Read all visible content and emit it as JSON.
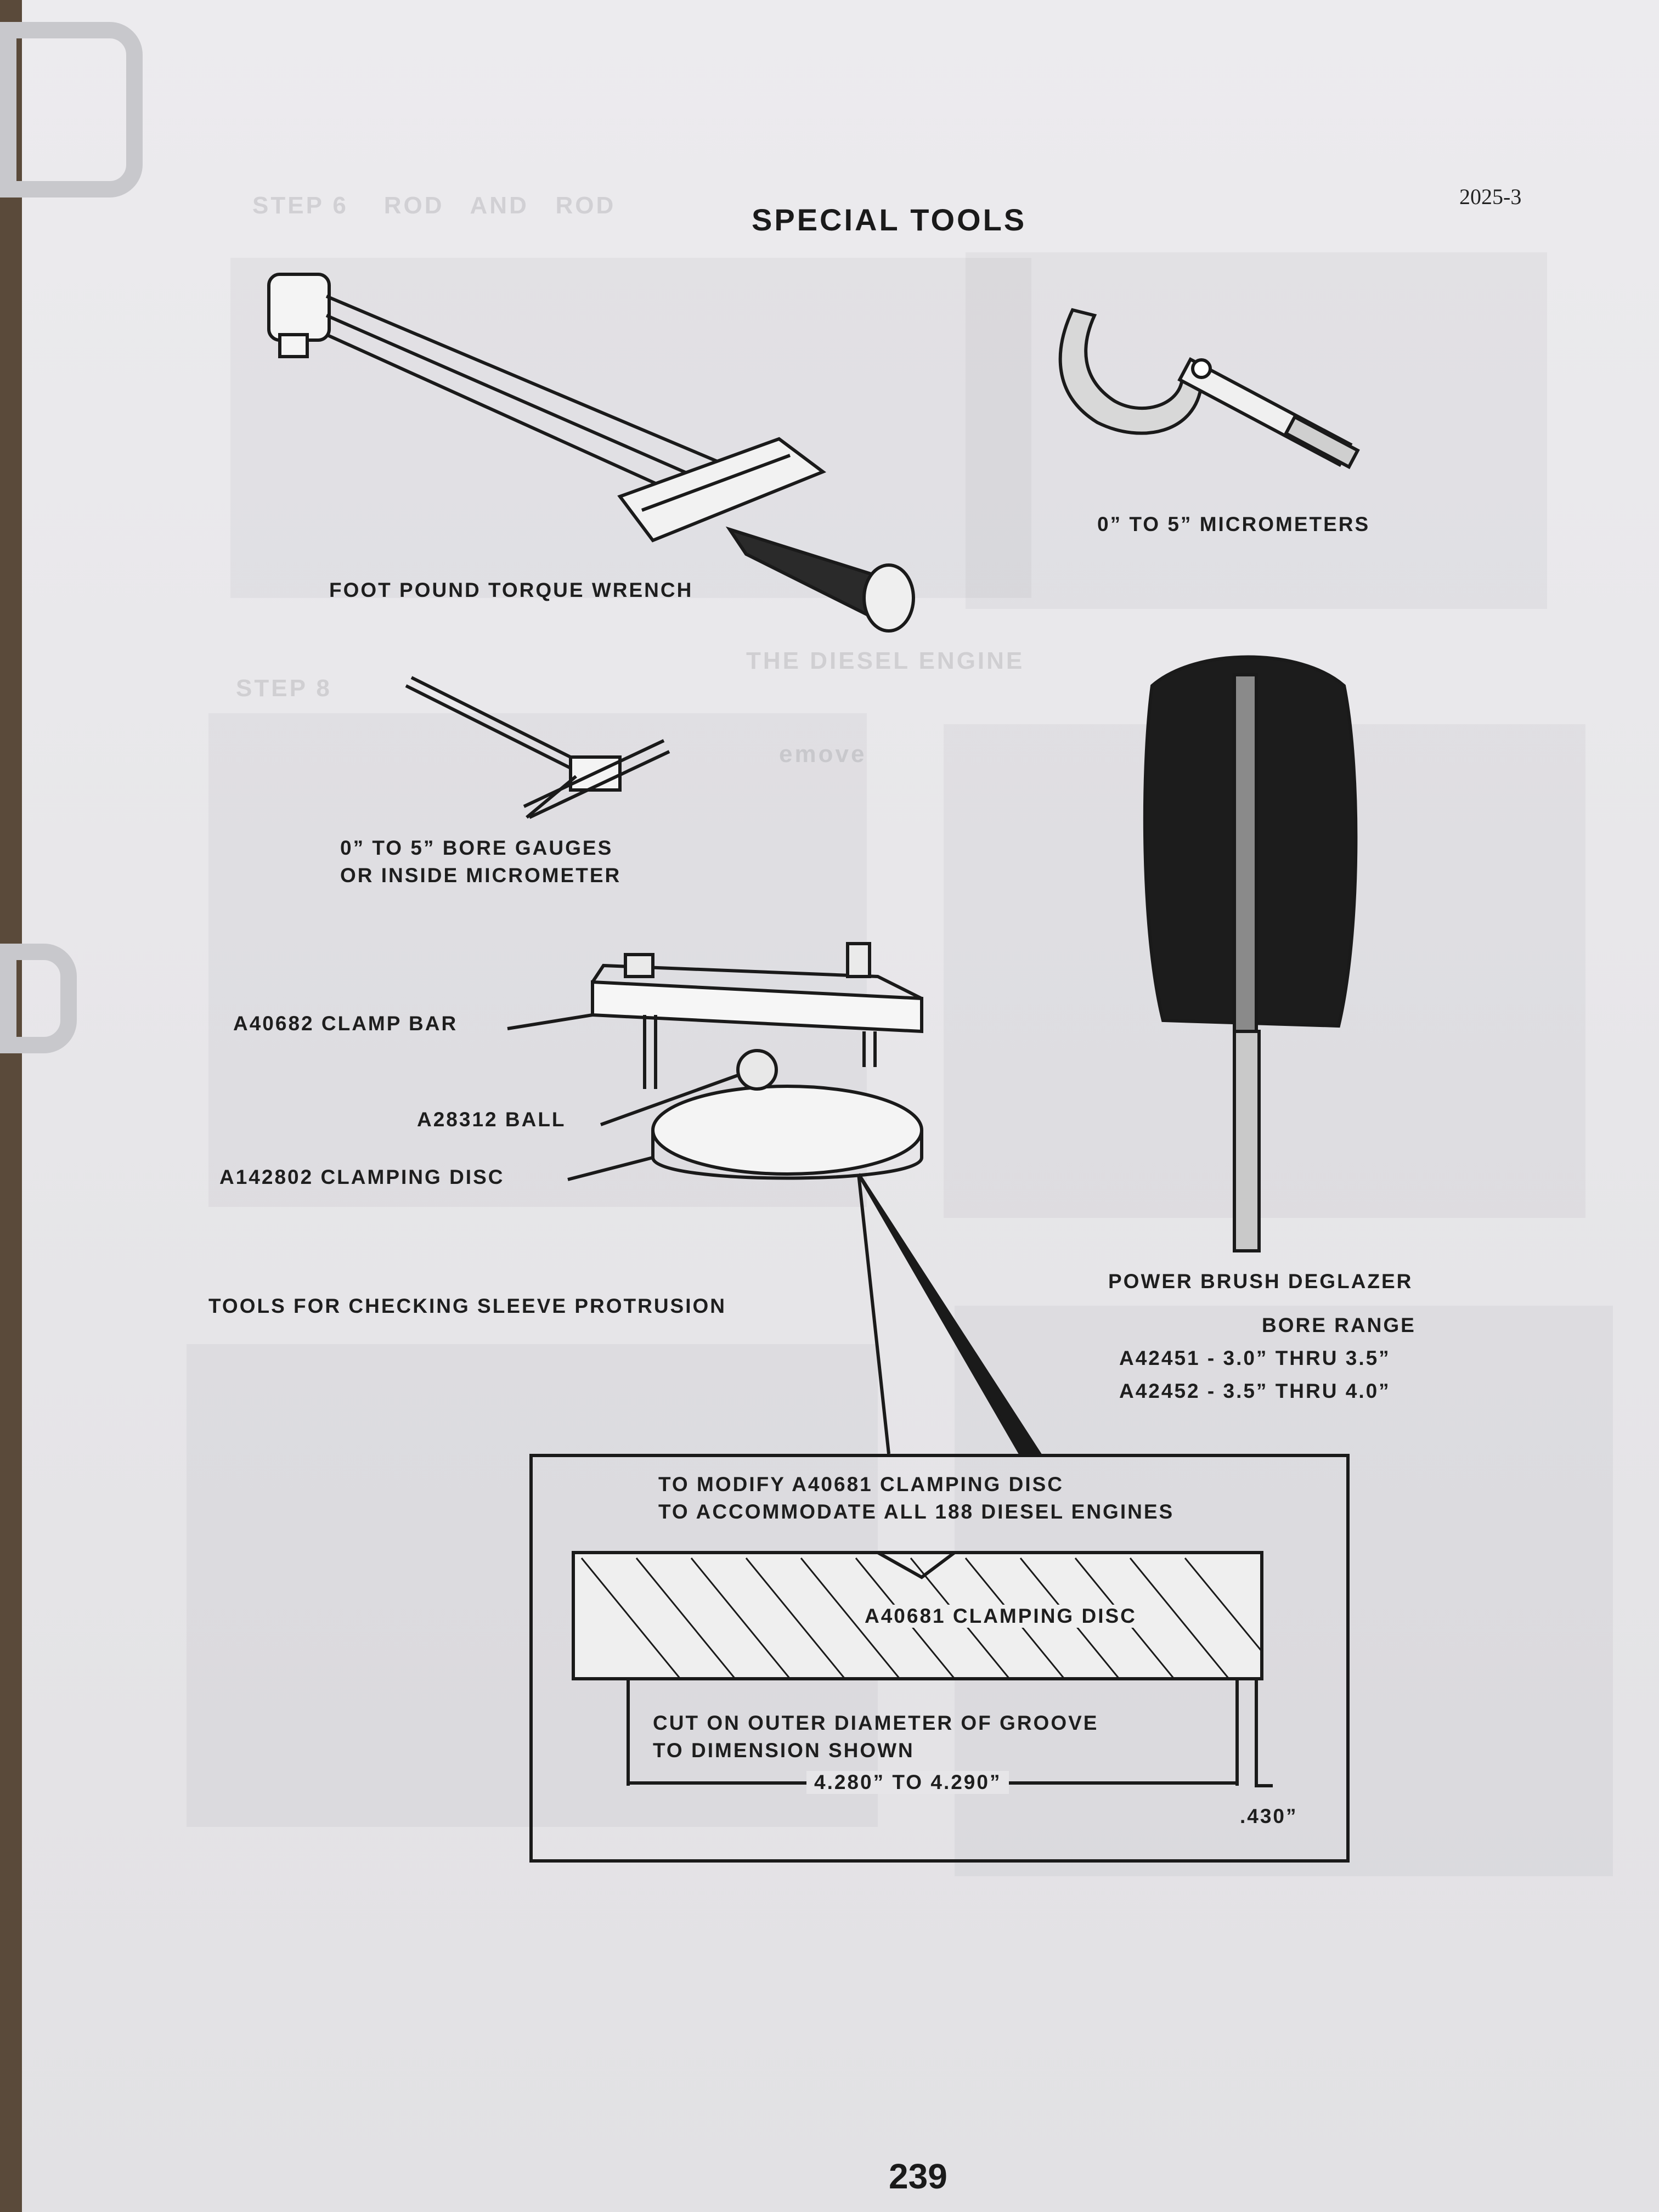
{
  "page": {
    "title": "SPECIAL TOOLS",
    "doc_code": "2025-3",
    "page_number": "239"
  },
  "tools": {
    "torque_wrench": "FOOT POUND TORQUE WRENCH",
    "micrometers": "0” TO 5” MICROMETERS",
    "bore_gauges_line1": "0” TO 5” BORE GAUGES",
    "bore_gauges_line2": "OR INSIDE MICROMETER",
    "clamp_bar": "A40682 CLAMP BAR",
    "ball": "A28312 BALL",
    "clamping_disc": "A142802 CLAMPING DISC",
    "sleeve_tools": "TOOLS FOR CHECKING SLEEVE PROTRUSION",
    "deglazer": "POWER BRUSH DEGLAZER",
    "bore_range": "BORE RANGE",
    "range1": "A42451 - 3.0” THRU 3.5”",
    "range2": "A42452 - 3.5” THRU 4.0”"
  },
  "inset": {
    "heading1": "TO MODIFY A40681 CLAMPING DISC",
    "heading2": "TO ACCOMMODATE ALL 188 DIESEL ENGINES",
    "disc_label": "A40681 CLAMPING DISC",
    "cut_line1": "CUT ON OUTER DIAMETER OF GROOVE",
    "cut_line2": "TO DIMENSION SHOWN",
    "dimension": "4.280” TO 4.290”",
    "groove_depth": ".430”"
  }
}
